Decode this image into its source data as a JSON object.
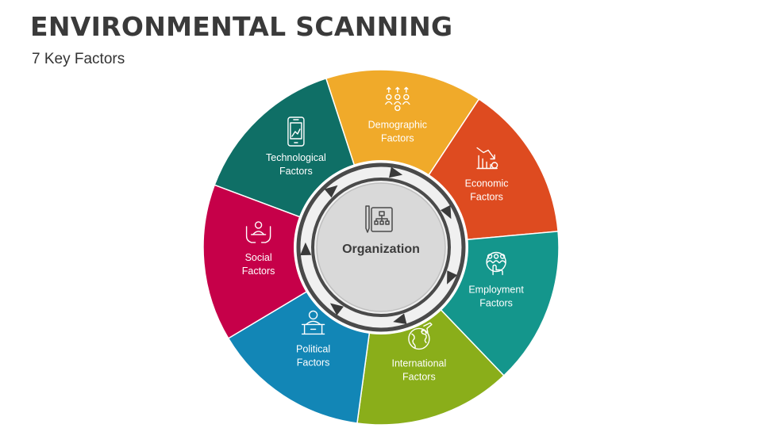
{
  "header": {
    "title": "ENVIRONMENTAL SCANNING",
    "subtitle": "7 Key Factors"
  },
  "center": {
    "label": "Organization",
    "icon": "org-chart-icon"
  },
  "segments": [
    {
      "id": "demographic",
      "line1": "Demographic",
      "line2": "Factors",
      "color": "#f0aa2a",
      "icon": "people-arrows-icon"
    },
    {
      "id": "economic",
      "line1": "Economic",
      "line2": "Factors",
      "color": "#de4b20",
      "icon": "declining-chart-icon"
    },
    {
      "id": "employment",
      "line1": "Employment",
      "line2": "Factors",
      "color": "#14968c",
      "icon": "hand-people-icon"
    },
    {
      "id": "international",
      "line1": "International",
      "line2": "Factors",
      "color": "#8aae1a",
      "icon": "globe-plane-icon"
    },
    {
      "id": "political",
      "line1": "Political",
      "line2": "Factors",
      "color": "#1286b6",
      "icon": "speaker-podium-icon"
    },
    {
      "id": "social",
      "line1": "Social",
      "line2": "Factors",
      "color": "#c60049",
      "icon": "person-hands-icon"
    },
    {
      "id": "technological",
      "line1": "Technological",
      "line2": "Factors",
      "color": "#0f6f66",
      "icon": "smartphone-icon"
    }
  ],
  "colors": {
    "ring_outer": "#4a4a4a",
    "ring_inner": "#f0f0f0",
    "center_fill": "#d9d9d9",
    "arrow": "#3a3a3a"
  }
}
